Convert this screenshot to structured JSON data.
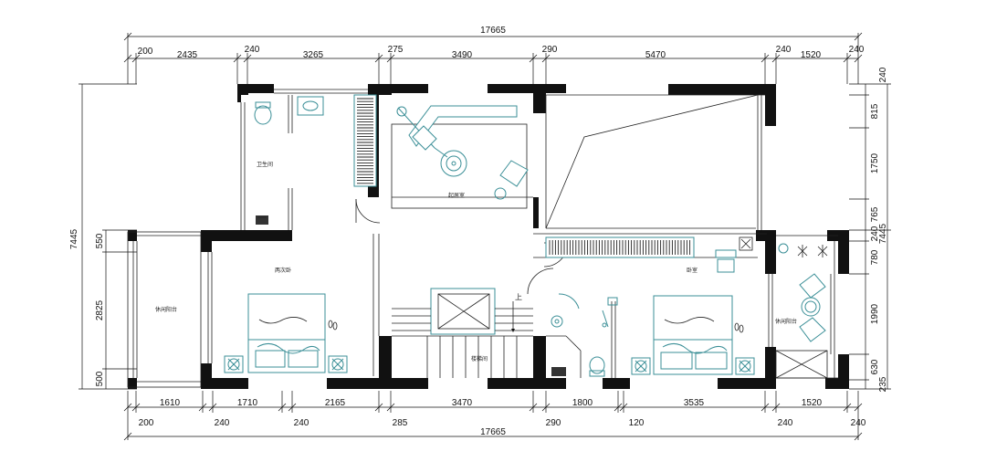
{
  "dimensions": {
    "top_total": "17665",
    "bottom_total": "17665",
    "top_row1": [
      "200",
      "2435",
      "240",
      "3265",
      "275",
      "3490",
      "290",
      "5470",
      "240",
      "1520",
      "240"
    ],
    "bottom_row1": [
      "1610",
      "1710",
      "2165",
      "3470",
      "1800",
      "3535",
      "1520"
    ],
    "bottom_row2": [
      "200",
      "240",
      "240",
      "285",
      "290",
      "120",
      "240",
      "240"
    ],
    "left_total": "7445",
    "left_segments": [
      "550",
      "2825",
      "500"
    ],
    "right_total": "7445",
    "right_upper": [
      "240",
      "815",
      "1750",
      "765",
      "240"
    ],
    "right_lower": [
      "780",
      "1990",
      "630",
      "235"
    ]
  },
  "rooms": {
    "bathroom": "卫生间",
    "study": "起居室",
    "bedroom_left": "两次卧",
    "bedroom_right": "卧室",
    "balcony_left": "休闲阳台",
    "balcony_right": "休闲阳台",
    "stair": "楼梯间",
    "stair_up": "上"
  },
  "colors": {
    "wall": "#111111",
    "furniture": "#3b8f97",
    "line": "#222222"
  }
}
